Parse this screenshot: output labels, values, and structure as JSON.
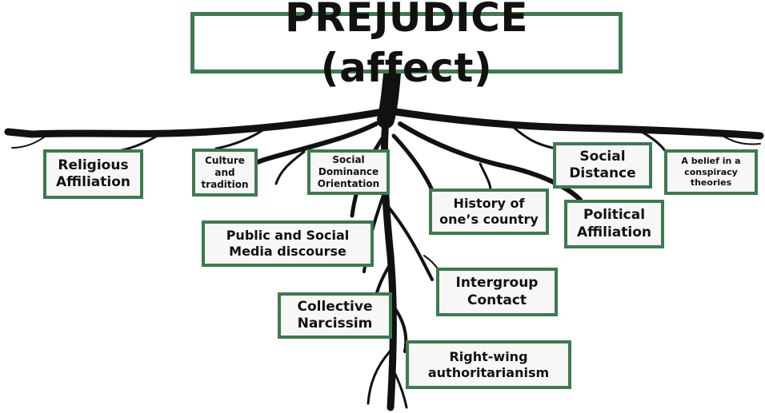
{
  "title": "PREJUDICE (affect)",
  "colors": {
    "box_border": "#3d7a4f",
    "box_fill": "#f7f7f7",
    "roots": "#111111"
  },
  "factors": [
    {
      "id": "religious",
      "label": "Religious Affiliation"
    },
    {
      "id": "culture",
      "label": "Culture and tradition"
    },
    {
      "id": "sdo",
      "label": "Social Dominance Orientation"
    },
    {
      "id": "social-distance",
      "label": "Social Distance"
    },
    {
      "id": "conspiracy",
      "label": "A belief in a conspiracy theories"
    },
    {
      "id": "history",
      "label": "History of one’s country"
    },
    {
      "id": "political",
      "label": "Political Affiliation"
    },
    {
      "id": "media",
      "label": "Public and Social Media discourse"
    },
    {
      "id": "intergroup",
      "label": "Intergroup Contact"
    },
    {
      "id": "narcissism",
      "label": "Collective Narcissim"
    },
    {
      "id": "rwa",
      "label": "Right-wing authoritarianism"
    }
  ]
}
